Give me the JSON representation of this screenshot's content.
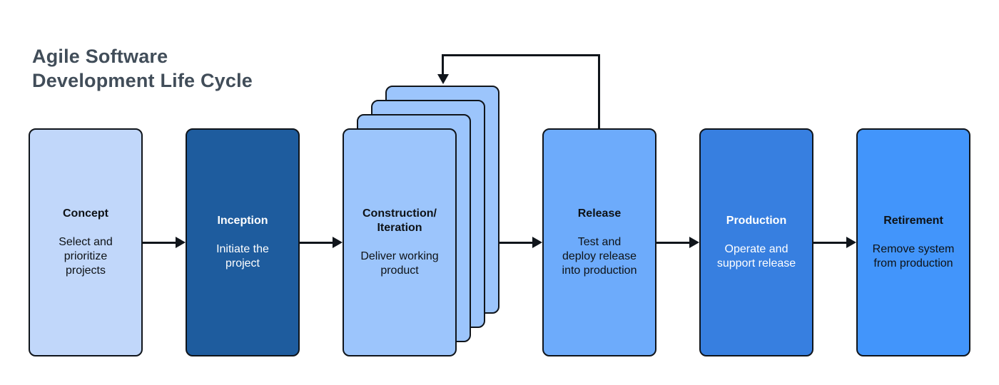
{
  "title": {
    "line1": "Agile Software",
    "line2": "Development Life Cycle",
    "color": "#414d59"
  },
  "colors": {
    "background": "#ffffff",
    "line": "#10151b",
    "shape_border": "#10151b"
  },
  "stages": [
    {
      "heading": "Concept",
      "body": "Select and\nprioritize\nprojects",
      "bg": "#c1d7fa",
      "text_color": "#0e1216"
    },
    {
      "heading": "Inception",
      "body": "Initiate the\nproject",
      "bg": "#1e5c9e",
      "text_color": "#ffffff"
    },
    {
      "heading": "Construction/\nIteration",
      "body": "Deliver working\nproduct",
      "bg": "#9cc5fc",
      "text_color": "#0e1216",
      "stacked_cards": 4
    },
    {
      "heading": "Release",
      "body": "Test and\ndeploy release\ninto production",
      "bg": "#6dabfb",
      "text_color": "#0e1216"
    },
    {
      "heading": "Production",
      "body": "Operate and\nsupport release",
      "bg": "#377fe0",
      "text_color": "#ffffff"
    },
    {
      "heading": "Retirement",
      "body": "Remove system\nfrom production",
      "bg": "#4295fb",
      "text_color": "#0e1216"
    }
  ]
}
